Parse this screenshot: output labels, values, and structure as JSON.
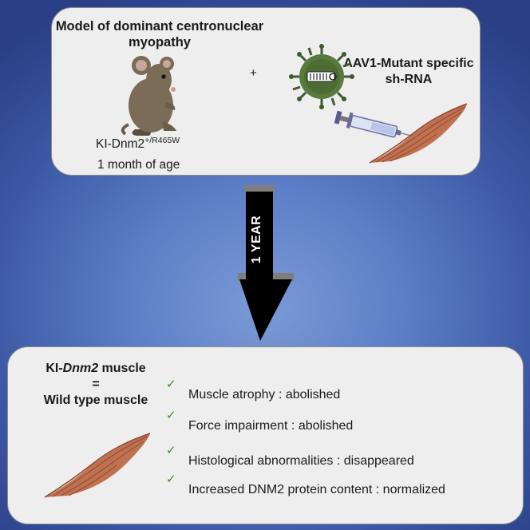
{
  "top_panel": {
    "model_title": "Model of dominant centronuclear myopathy",
    "plus": "+",
    "aav_title": "AAV1-Mutant specific sh-RNA",
    "mouse_label_main": "KI-Dnm2",
    "mouse_label_sup": "+/R465W",
    "age_label": "1 month of age",
    "icons": [
      "mouse-icon",
      "virus-icon",
      "syringe-icon",
      "muscle-icon"
    ]
  },
  "arrow": {
    "label": "1 YEAR",
    "color": "#000000"
  },
  "bottom_panel": {
    "conclusion_prefix": "KI-",
    "conclusion_gene": "Dnm2",
    "conclusion_suffix": " muscle",
    "conclusion_equals": "=",
    "conclusion_wt": "Wild type muscle",
    "check_symbol": "✓",
    "check_color": "#3b8a1f",
    "results": [
      "Muscle atrophy : abolished",
      "Force impairment : abolished",
      "Histological abnormalities : disappeared",
      "Increased DNM2 protein content : normalized"
    ]
  }
}
